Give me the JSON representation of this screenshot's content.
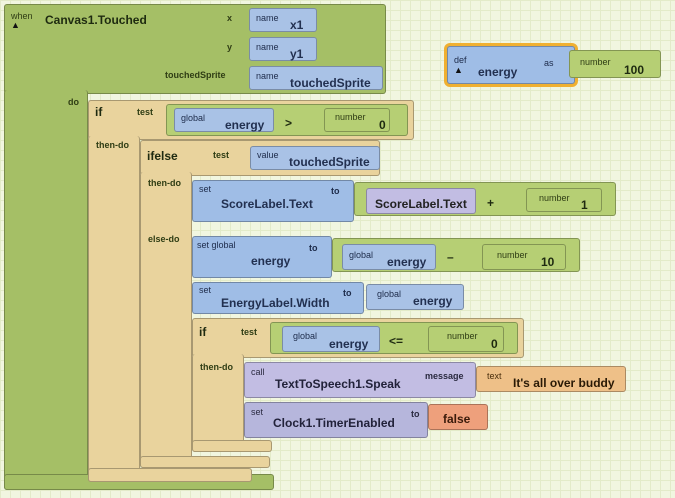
{
  "event": {
    "when": "when",
    "title": "Canvas1.Touched",
    "params": [
      {
        "label": "x",
        "kw": "name",
        "value": "x1"
      },
      {
        "label": "y",
        "kw": "name",
        "value": "y1"
      },
      {
        "label": "touchedSprite",
        "kw": "name",
        "value": "touchedSprite"
      }
    ],
    "do": "do"
  },
  "def_block": {
    "kw": "def",
    "name": "energy",
    "as": "as",
    "num_kw": "number",
    "value": "100"
  },
  "if1": {
    "kw": "if",
    "test": "test",
    "global": "global",
    "var": "energy",
    "op": ">",
    "num_kw": "number",
    "num": "0",
    "then": "then-do"
  },
  "ifelse": {
    "kw": "ifelse",
    "test": "test",
    "value_kw": "value",
    "value": "touchedSprite",
    "then": "then-do",
    "else": "else-do"
  },
  "set_score": {
    "kw": "set",
    "target": "ScoreLabel.Text",
    "to": "to",
    "left": "ScoreLabel.Text",
    "op": "+",
    "num_kw": "number",
    "num": "1"
  },
  "set_energy": {
    "kw": "set global",
    "target": "energy",
    "to": "to",
    "global": "global",
    "var": "energy",
    "op": "–",
    "num_kw": "number",
    "num": "10"
  },
  "set_width": {
    "kw": "set",
    "target": "EnergyLabel.Width",
    "to": "to",
    "global": "global",
    "var": "energy"
  },
  "if2": {
    "kw": "if",
    "test": "test",
    "global": "global",
    "var": "energy",
    "op": "<=",
    "num_kw": "number",
    "num": "0",
    "then": "then-do"
  },
  "call_speak": {
    "kw": "call",
    "target": "TextToSpeech1.Speak",
    "param": "message",
    "text_kw": "text",
    "text": "It's all over buddy"
  },
  "set_timer": {
    "kw": "set",
    "target": "Clock1.TimerEnabled",
    "to": "to",
    "value": "false"
  },
  "colors": {
    "event": "#a5bf66",
    "control": "#e9d39d",
    "math": "#b6cf74",
    "variable": "#9fbde6",
    "component": "#c2bde3",
    "text": "#eec088",
    "logic": "#eea07c"
  }
}
